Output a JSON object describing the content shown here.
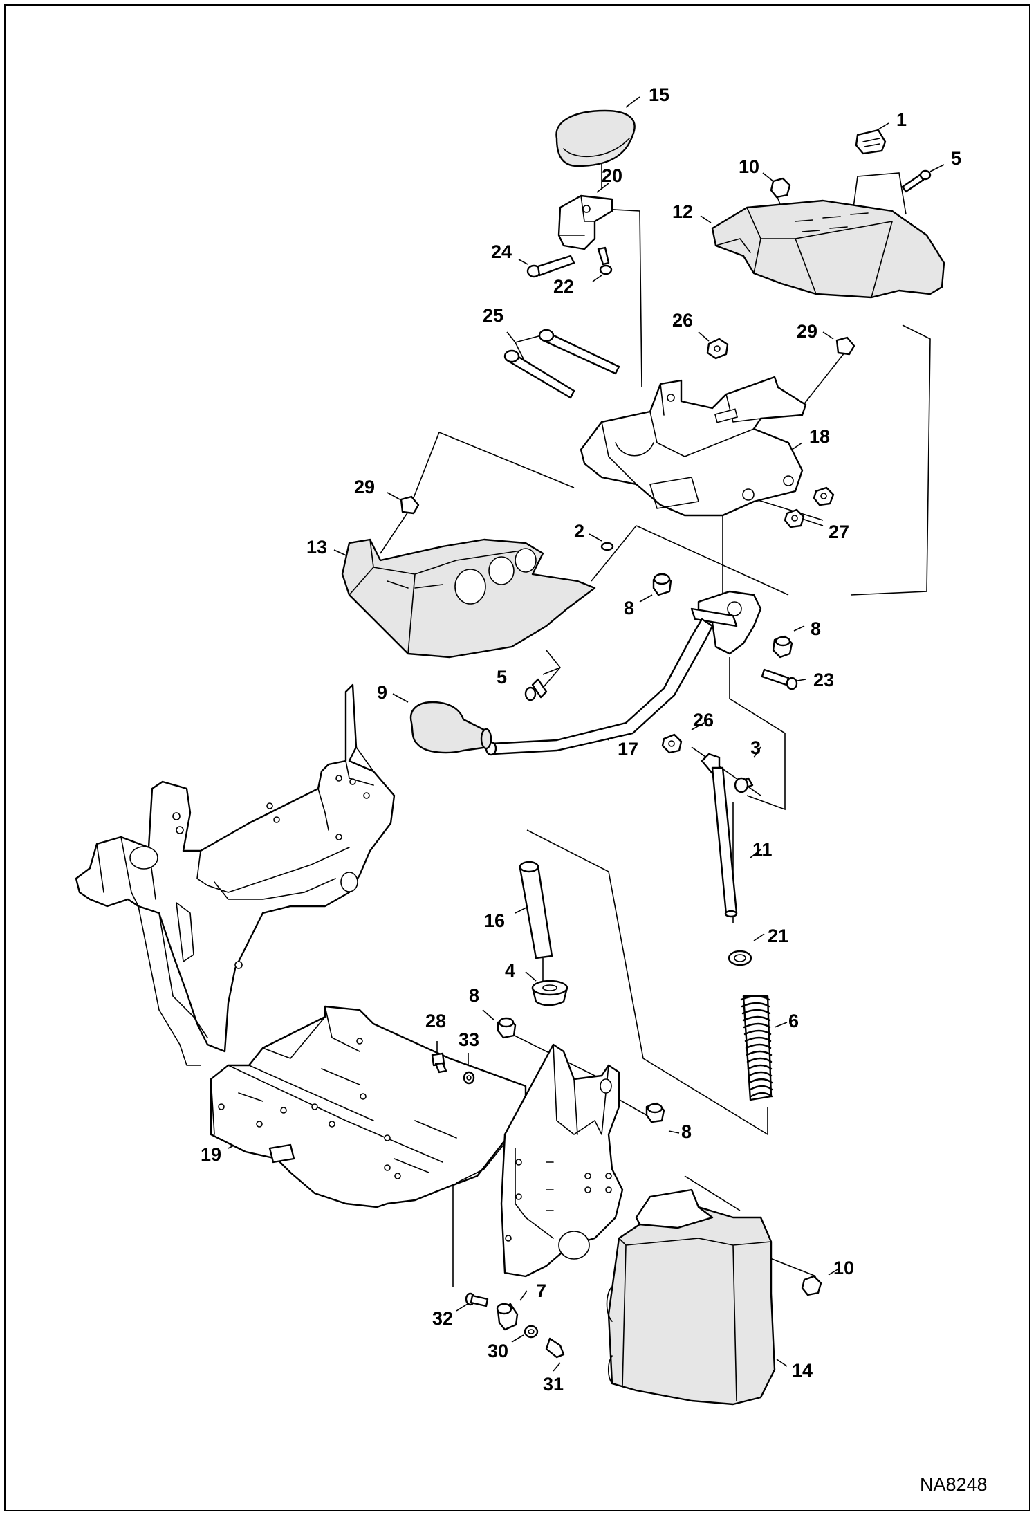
{
  "drawing_code": "NA8248",
  "callouts": [
    {
      "id": "c1",
      "label": "1"
    },
    {
      "id": "c2",
      "label": "2"
    },
    {
      "id": "c3",
      "label": "3"
    },
    {
      "id": "c4",
      "label": "4"
    },
    {
      "id": "c5a",
      "label": "5"
    },
    {
      "id": "c5b",
      "label": "5"
    },
    {
      "id": "c6",
      "label": "6"
    },
    {
      "id": "c7",
      "label": "7"
    },
    {
      "id": "c8a",
      "label": "8"
    },
    {
      "id": "c8b",
      "label": "8"
    },
    {
      "id": "c8c",
      "label": "8"
    },
    {
      "id": "c8d",
      "label": "8"
    },
    {
      "id": "c9",
      "label": "9"
    },
    {
      "id": "c10a",
      "label": "10"
    },
    {
      "id": "c10b",
      "label": "10"
    },
    {
      "id": "c11",
      "label": "11"
    },
    {
      "id": "c12",
      "label": "12"
    },
    {
      "id": "c13",
      "label": "13"
    },
    {
      "id": "c14",
      "label": "14"
    },
    {
      "id": "c15",
      "label": "15"
    },
    {
      "id": "c16",
      "label": "16"
    },
    {
      "id": "c17",
      "label": "17"
    },
    {
      "id": "c18",
      "label": "18"
    },
    {
      "id": "c19",
      "label": "19"
    },
    {
      "id": "c20",
      "label": "20"
    },
    {
      "id": "c21",
      "label": "21"
    },
    {
      "id": "c22",
      "label": "22"
    },
    {
      "id": "c23",
      "label": "23"
    },
    {
      "id": "c24",
      "label": "24"
    },
    {
      "id": "c25",
      "label": "25"
    },
    {
      "id": "c26a",
      "label": "26"
    },
    {
      "id": "c26b",
      "label": "26"
    },
    {
      "id": "c27",
      "label": "27"
    },
    {
      "id": "c28",
      "label": "28"
    },
    {
      "id": "c29a",
      "label": "29"
    },
    {
      "id": "c29b",
      "label": "29"
    },
    {
      "id": "c30",
      "label": "30"
    },
    {
      "id": "c31",
      "label": "31"
    },
    {
      "id": "c32",
      "label": "32"
    },
    {
      "id": "c33",
      "label": "33"
    }
  ]
}
